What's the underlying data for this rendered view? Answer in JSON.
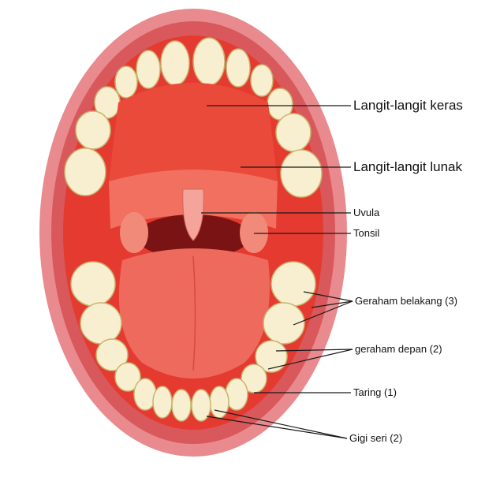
{
  "labels": {
    "hard_palate": "Langit-langit keras",
    "soft_palate": "Langit-langit lunak",
    "uvula": "Uvula",
    "tonsil": "Tonsil",
    "molars": "Geraham belakang (3)",
    "premolars": "geraham depan (2)",
    "canine": "Taring (1)",
    "incisors": "Gigi seri (2)"
  },
  "colors": {
    "lip": "#e98a8e",
    "lip_dark": "#d9585c",
    "mouth": "#e53a30",
    "tongue": "#ee6a5c",
    "throat": "#7a1414",
    "tooth": "#f7efcf",
    "tooth_shade": "#d8c480",
    "leader_line": "#1a1a1a"
  }
}
